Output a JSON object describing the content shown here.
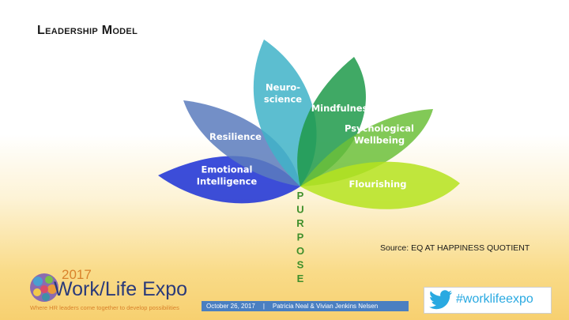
{
  "slide": {
    "title": "Leadership Model",
    "source": "Source: EQ AT HAPPINESS QUOTIENT"
  },
  "petals": [
    {
      "label_lines": [
        "Emotional",
        "Intelligence"
      ],
      "color": "#1a2fd6"
    },
    {
      "label_lines": [
        "Resilience"
      ],
      "color": "#5b7bbd"
    },
    {
      "label_lines": [
        "Neuro-",
        "science"
      ],
      "color": "#3fb3c8"
    },
    {
      "label_lines": [
        "Mindfulness"
      ],
      "color": "#1f9a4a"
    },
    {
      "label_lines": [
        "Psychological",
        "Wellbeing"
      ],
      "color": "#6cbf3a"
    },
    {
      "label_lines": [
        "Flourishing"
      ],
      "color": "#b5e31f"
    }
  ],
  "stem": {
    "word": "PURPOSE",
    "letters": [
      "P",
      "U",
      "R",
      "P",
      "O",
      "S",
      "E"
    ],
    "letter_color": "#3f8f2b"
  },
  "logo": {
    "year": "2017",
    "name": "Work/Life Expo",
    "tagline": "Where HR leaders come together to develop possibilities"
  },
  "footer": {
    "date": "October 26, 2017",
    "separator": "|",
    "presenters": "Patricia Neal & Vivian Jenkins Nelsen",
    "bar_color": "#4a7fc1"
  },
  "hashtag": {
    "text": "#worklifeexpo",
    "icon": "twitter-bird-icon",
    "color": "#29a9e1"
  }
}
